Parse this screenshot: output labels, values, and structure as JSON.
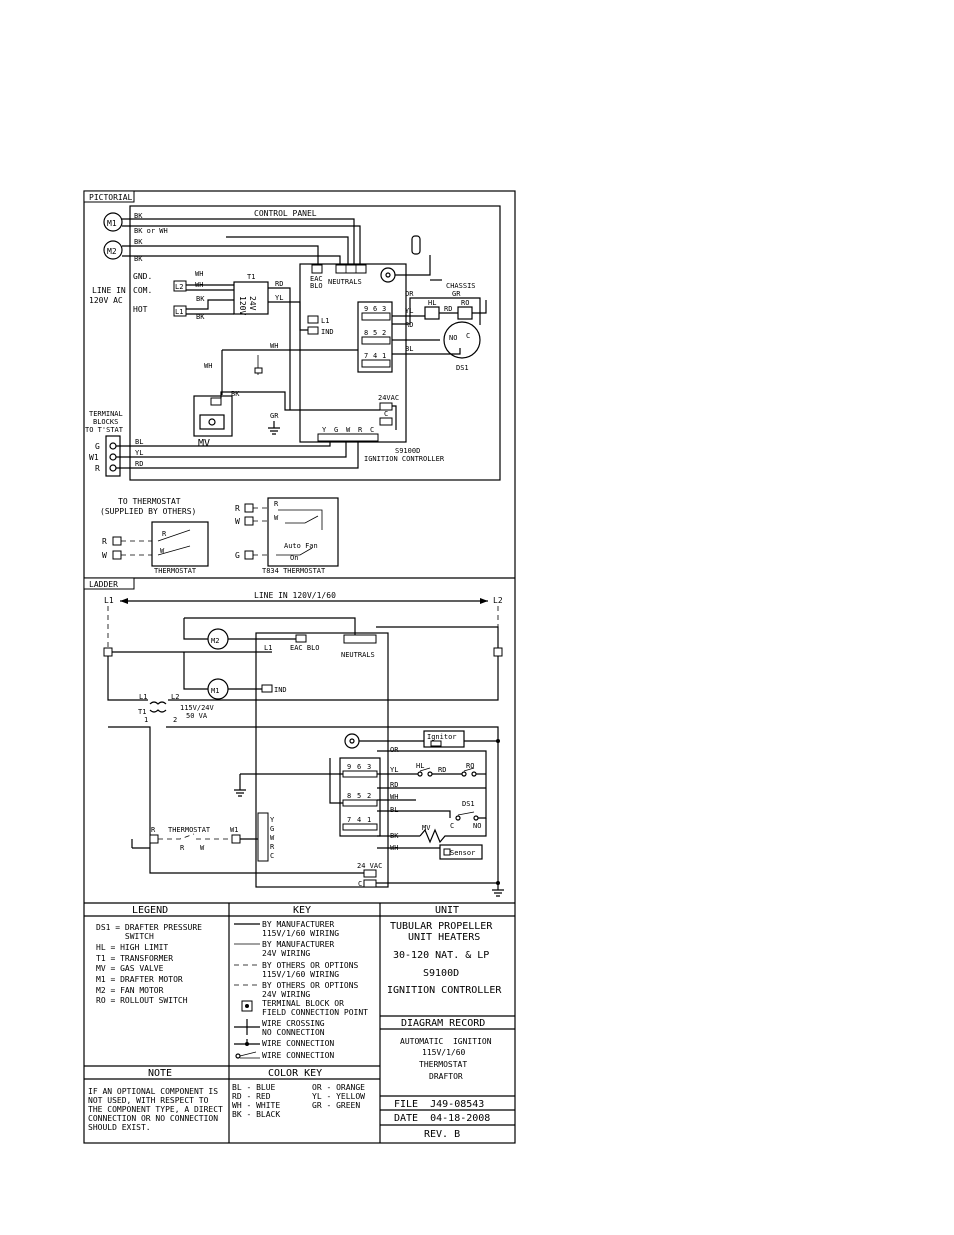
{
  "pictorial": {
    "section_label": "PICTORIAL",
    "control_panel": "CONTROL PANEL",
    "motors": {
      "m1": "M1",
      "m2": "M2"
    },
    "wires_top": {
      "bk1": "BK",
      "bk_or_wh": "BK or WH",
      "bk2": "BK",
      "bk3": "BK"
    },
    "line_in": {
      "line1": "LINE IN",
      "line2": "120V AC"
    },
    "supply_terms": {
      "gnd": "GND.",
      "com": "COM.",
      "hot": "HOT"
    },
    "plug_labels": {
      "l2": "L2",
      "l1": "L1"
    },
    "transformer": {
      "name": "T1",
      "v24": "24V",
      "v120": "120V"
    },
    "wires_mid": {
      "wh1": "WH",
      "wh2": "WH",
      "rd": "RD",
      "bk_a": "BK",
      "yl": "YL",
      "bk_b": "BK"
    },
    "eac": {
      "eac": "EAC",
      "blo": "BLO"
    },
    "neutrals": "NEUTRALS",
    "chassis": {
      "line1": "CHASSIS",
      "line2": "GR"
    },
    "limits": {
      "or": "OR",
      "hl": "HL",
      "ro": "RO",
      "yl": "YL",
      "rd1": "RD",
      "rd2": "RD",
      "bl": "BL"
    },
    "ds1": {
      "name": "DS1",
      "no": "NO",
      "c": "C"
    },
    "ctrl_terms": {
      "l1": "L1",
      "ind": "IND"
    },
    "pins_top": [
      "9",
      "6",
      "3"
    ],
    "pins_mid": [
      "8",
      "5",
      "2"
    ],
    "pins_bot": [
      "7",
      "4",
      "1"
    ],
    "wh_label": "WH",
    "wh_left": "WH",
    "bk_valve": "BK",
    "gr": "GR",
    "mv": "MV",
    "vac": "24VAC",
    "c": "C",
    "stat_terms": [
      "Y",
      "G",
      "W",
      "R",
      "C"
    ],
    "controller": {
      "model": "S9100D",
      "name": "IGNITION CONTROLLER"
    },
    "term_blocks": {
      "line1": "TERMINAL",
      "line2": "BLOCKS",
      "line3": "TO T'STAT"
    },
    "tb_terms": [
      "G",
      "W1",
      "R"
    ],
    "tb_wires": [
      "BL",
      "YL",
      "RD"
    ]
  },
  "thermostats": {
    "to_thermostat": "TO THERMOSTAT",
    "supplied": "(SUPPLIED BY OTHERS)",
    "r": "R",
    "w": "W",
    "stat_r": "R",
    "stat_w": "W",
    "caption1": "THERMOSTAT",
    "r2": "R",
    "w2": "W",
    "g2": "G",
    "in_r": "R",
    "in_w": "W",
    "auto_fan": "Auto Fan",
    "on": "On",
    "caption2": "T834 THERMOSTAT"
  },
  "ladder": {
    "section_label": "LADDER",
    "l1": "L1",
    "l2": "L2",
    "line_in": "LINE IN 120V/1/60",
    "m2": "M2",
    "m1": "M1",
    "l1_term": "L1",
    "eac_blo": "EAC BLO",
    "neutrals": "NEUTRALS",
    "ind": "IND",
    "t_l1": "L1",
    "t_l2": "L2",
    "t_rating1": "115V/24V",
    "t_rating2": "50 VA",
    "t1": "T1",
    "t_pin1": "1",
    "t_pin2": "2",
    "ignitor": "Ignitor",
    "or": "OR",
    "yl": "YL",
    "hl": "HL",
    "rd_mid": "RD",
    "ro": "RO",
    "rd": "RD",
    "wh": "WH",
    "bl": "BL",
    "ds1": "DS1",
    "c": "C",
    "no": "NO",
    "bk": "BK",
    "mv": "MV",
    "wh2": "WH",
    "sensor": "Sensor",
    "pins_top": [
      "9",
      "6",
      "3"
    ],
    "pins_mid": [
      "8",
      "5",
      "2"
    ],
    "pins_bot": [
      "7",
      "4",
      "1"
    ],
    "stat_terms": [
      "Y",
      "G",
      "W",
      "R",
      "C"
    ],
    "thermostat": "THERMOSTAT",
    "r": "R",
    "w1": "W1",
    "rr": "R",
    "ww": "W",
    "vac": "24 VAC",
    "c_term": "C"
  },
  "legend": {
    "header": "LEGEND",
    "items": [
      "DS1 = DRAFTER PRESSURE",
      "      SWITCH",
      "HL = HIGH LIMIT",
      "T1 = TRANSFORMER",
      "MV = GAS VALVE",
      "M1 = DRAFTER MOTOR",
      "M2 = FAN MOTOR",
      "RO = ROLLOUT SWITCH"
    ]
  },
  "key": {
    "header": "KEY",
    "items": [
      {
        "line1": "BY MANUFACTURER",
        "line2": "115V/1/60 WIRING"
      },
      {
        "line1": "BY MANUFACTURER",
        "line2": "24V WIRING"
      },
      {
        "line1": "BY OTHERS OR OPTIONS",
        "line2": "115V/1/60 WIRING"
      },
      {
        "line1": "BY OTHERS OR OPTIONS",
        "line2": "24V WIRING"
      },
      {
        "line1": "TERMINAL BLOCK OR",
        "line2": "FIELD CONNECTION POINT"
      },
      {
        "line1": "WIRE CROSSING",
        "line2": "NO CONNECTION"
      },
      {
        "line1": "WIRE CONNECTION",
        "line2": ""
      },
      {
        "line1": "WIRE CONNECTION",
        "line2": ""
      }
    ]
  },
  "unit": {
    "header": "UNIT",
    "lines": [
      "TUBULAR PROPELLER",
      "UNIT HEATERS",
      "30-120 NAT. & LP",
      "S9100D",
      "IGNITION CONTROLLER"
    ]
  },
  "diagram_record": {
    "header": "DIAGRAM RECORD",
    "lines": [
      "AUTOMATIC  IGNITION",
      "115V/1/60",
      "THERMOSTAT",
      "DRAFTOR"
    ]
  },
  "note": {
    "header": "NOTE",
    "lines": [
      "IF AN OPTIONAL COMPONENT IS",
      "NOT USED, WITH RESPECT TO",
      "THE COMPONENT TYPE, A DIRECT",
      "CONNECTION OR NO CONNECTION",
      "SHOULD EXIST."
    ]
  },
  "color_key": {
    "header": "COLOR KEY",
    "rows": [
      [
        "BL - BLUE",
        "OR - ORANGE"
      ],
      [
        "RD - RED",
        "YL - YELLOW"
      ],
      [
        "WH - WHITE",
        "GR - GREEN"
      ],
      [
        "BK - BLACK",
        ""
      ]
    ]
  },
  "file": {
    "file": "FILE  J49-08543",
    "date": "DATE  04-18-2008",
    "rev": "REV. B"
  }
}
